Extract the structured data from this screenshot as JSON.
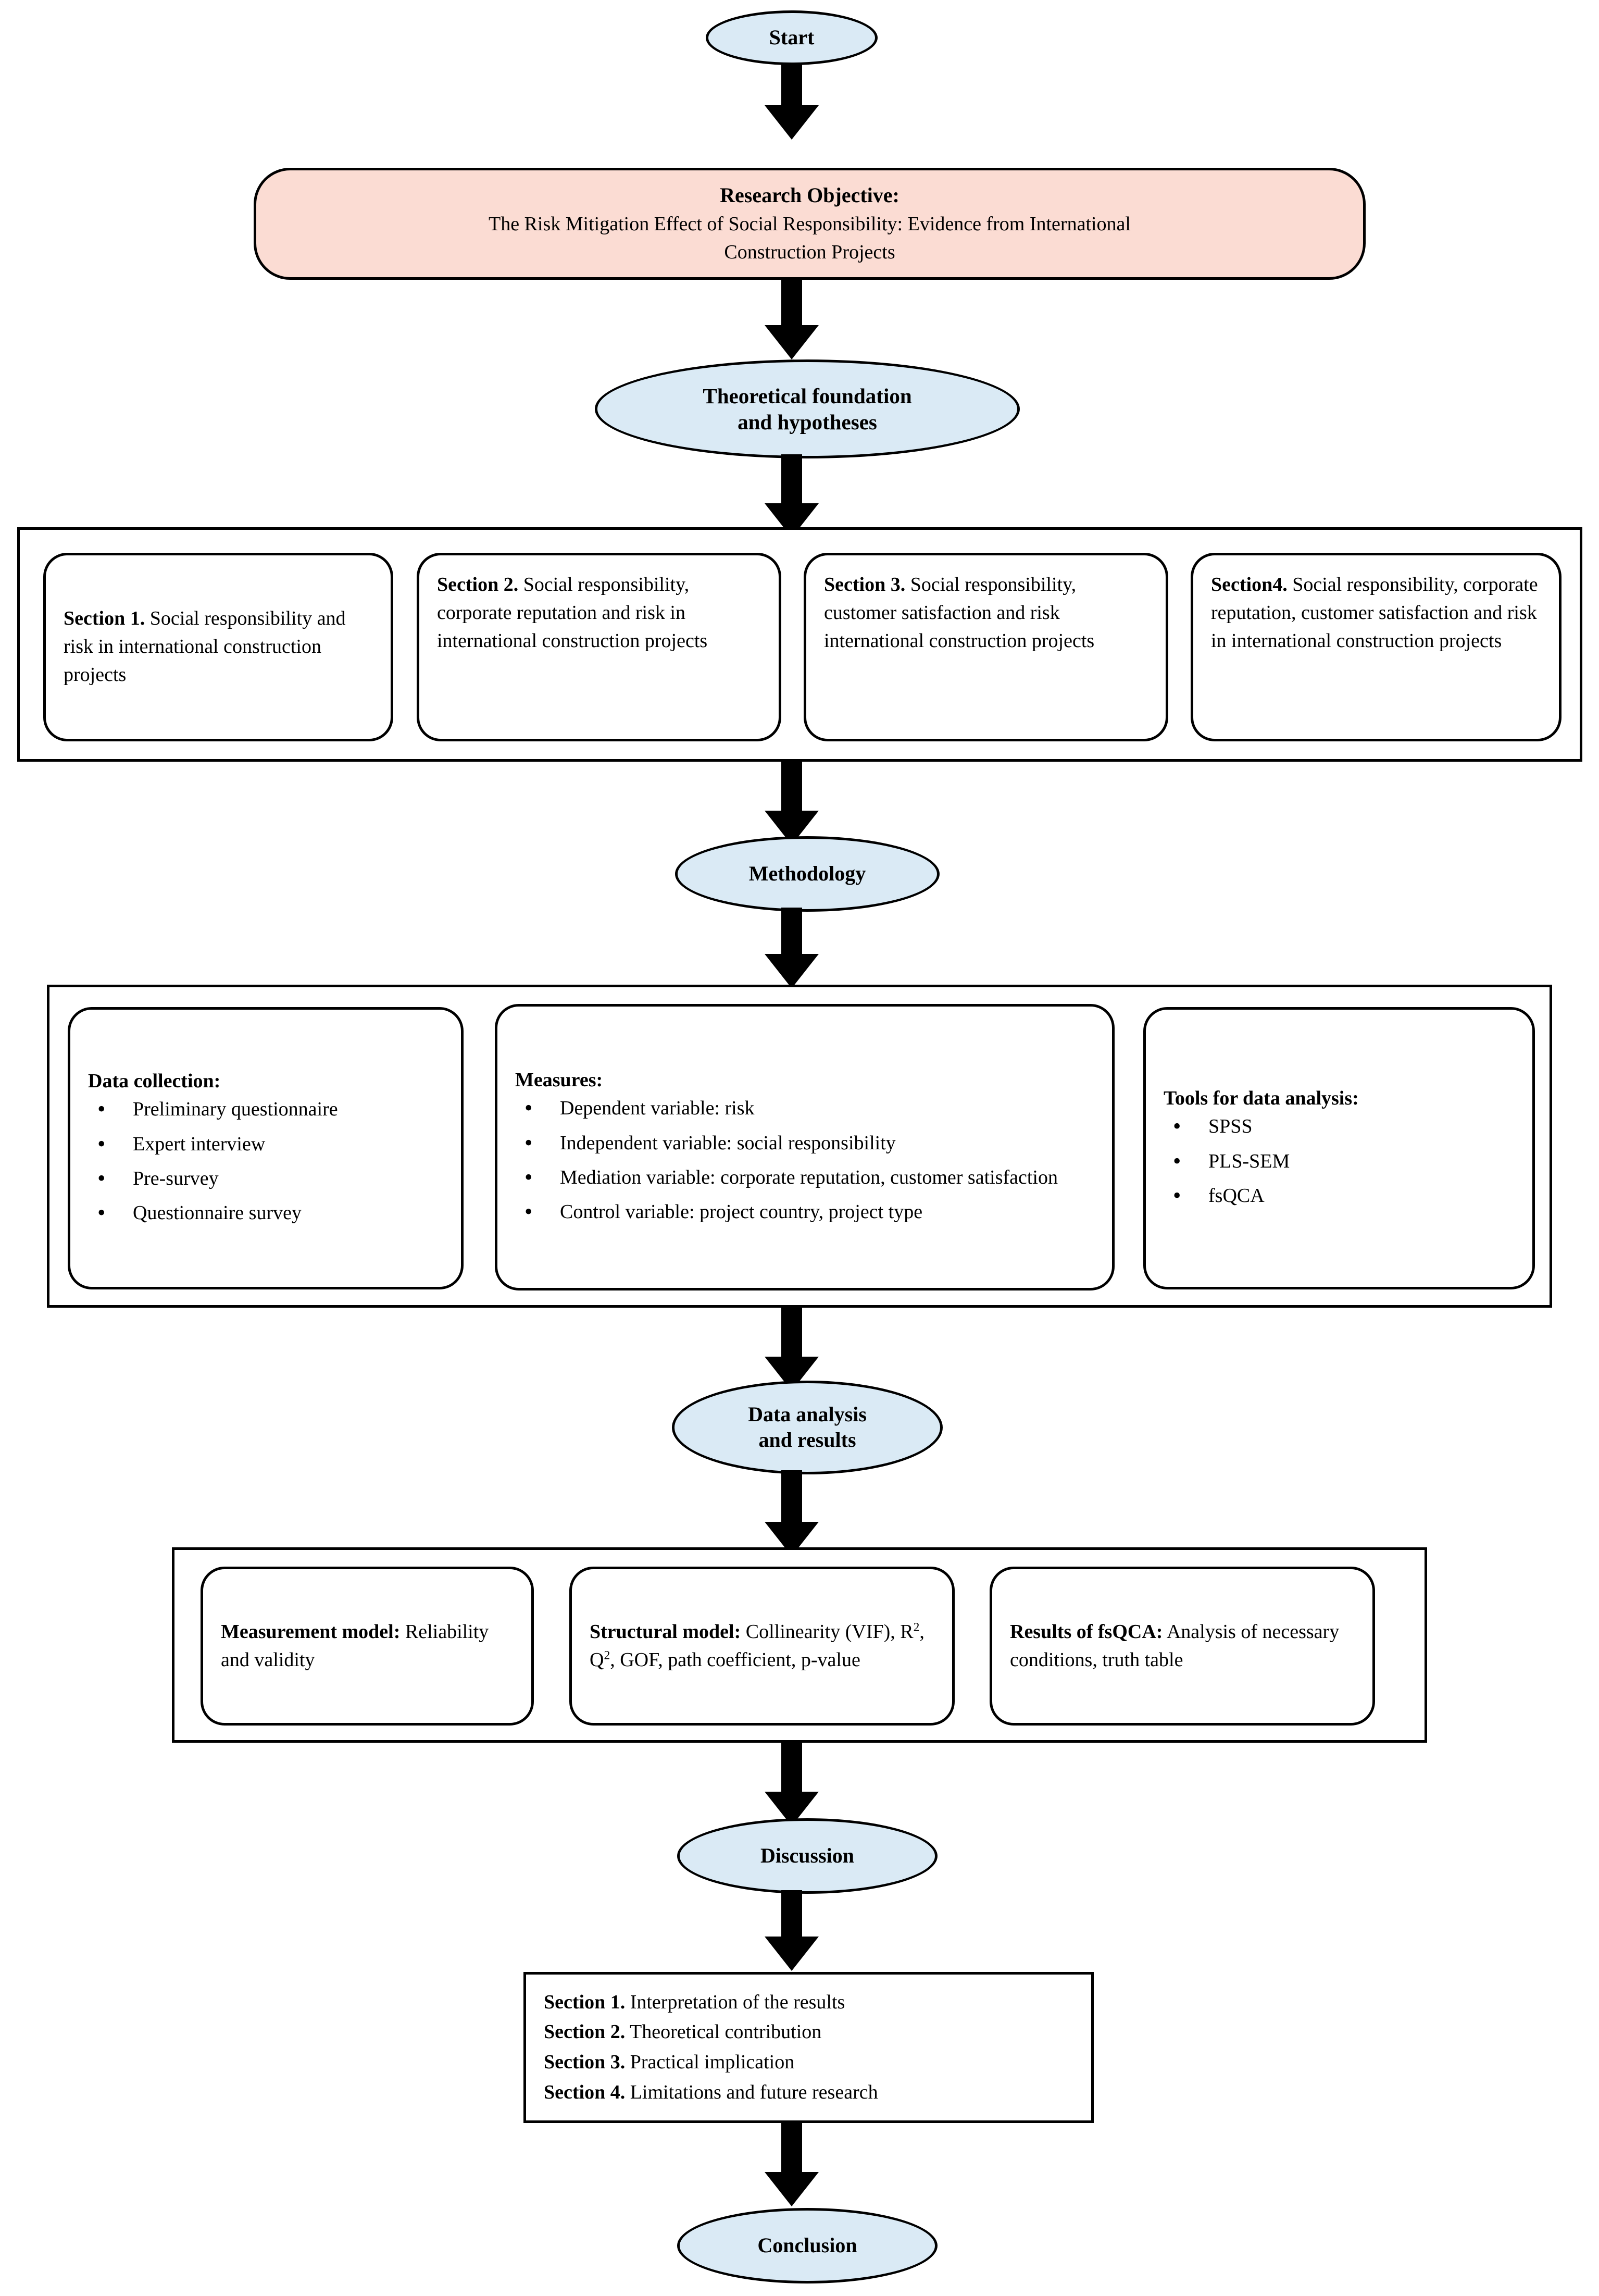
{
  "diagram": {
    "title": "Research framework flowchart",
    "colors": {
      "ellipse_fill": "#daeaf5",
      "objective_fill": "#fbdcd3",
      "stroke": "#000000",
      "background": "#ffffff"
    }
  },
  "nodes": {
    "start": {
      "label": "Start"
    },
    "objective": {
      "heading": "Research Objective:",
      "line1": "The Risk Mitigation Effect of Social Responsibility: Evidence from International",
      "line2": "Construction Projects"
    },
    "theory": {
      "line1": "Theoretical foundation",
      "line2": "and hypotheses"
    },
    "methodology": {
      "label": "Methodology"
    },
    "data_analysis": {
      "line1": "Data analysis",
      "line2": "and results"
    },
    "discussion": {
      "label": "Discussion"
    },
    "conclusion": {
      "label": "Conclusion"
    }
  },
  "theory_sections": [
    {
      "label": "Section 1.",
      "text": " Social responsibility and risk in international construction projects"
    },
    {
      "label": "Section 2.",
      "text": " Social responsibility, corporate reputation and risk in international construction projects"
    },
    {
      "label": "Section 3.",
      "text": " Social responsibility, customer satisfaction and risk international construction projects"
    },
    {
      "label": "Section4.",
      "text": " Social responsibility, corporate reputation, customer satisfaction and risk in international construction projects"
    }
  ],
  "methodology_blocks": {
    "data_collection": {
      "heading": "Data collection:",
      "items": [
        "Preliminary questionnaire",
        "Expert interview",
        "Pre-survey",
        "Questionnaire survey"
      ]
    },
    "measures": {
      "heading": "Measures:",
      "items": [
        "Dependent variable: risk",
        "Independent variable: social responsibility",
        "Mediation variable: corporate reputation, customer satisfaction",
        "Control variable: project country, project type"
      ]
    },
    "tools": {
      "heading": "Tools for data analysis:",
      "items": [
        "SPSS",
        "PLS-SEM",
        "fsQCA"
      ]
    }
  },
  "analysis_blocks": [
    {
      "heading": "Measurement model:",
      "text": " Reliability and validity"
    },
    {
      "heading": "Structural model:",
      "text_before": " Collinearity (VIF), R",
      "sup1": "2",
      "text_mid1": ", Q",
      "sup2": "2",
      "text_after": ", GOF, path coefficient, p-value"
    },
    {
      "heading": "Results of fsQCA:",
      "text": " Analysis of necessary conditions, truth table"
    }
  ],
  "discussion_sections": [
    {
      "label": "Section 1.",
      "text": " Interpretation of the results"
    },
    {
      "label": "Section 2.",
      "text": " Theoretical contribution"
    },
    {
      "label": "Section 3.",
      "text": " Practical implication"
    },
    {
      "label": "Section 4.",
      "text": " Limitations and future research"
    }
  ]
}
